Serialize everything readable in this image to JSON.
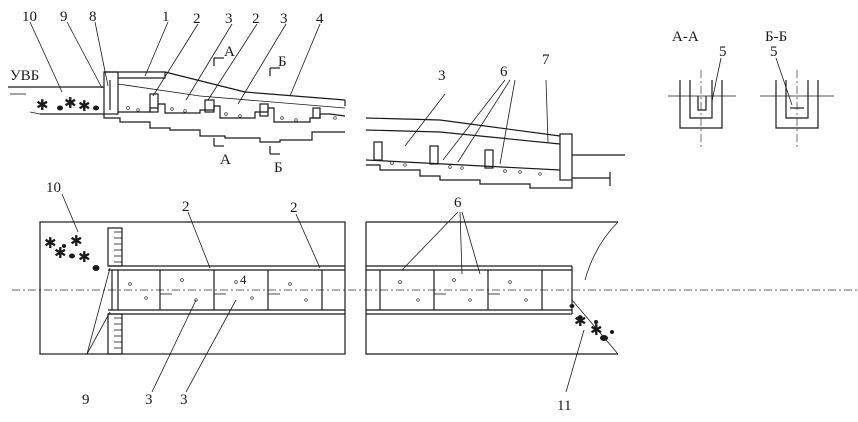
{
  "labels": {
    "n1": "1",
    "n2a": "2",
    "n3a": "3",
    "n2b": "2",
    "n3b": "3",
    "n4": "4",
    "n8": "8",
    "n9": "9",
    "n10": "10",
    "uvb": "УВБ",
    "secA_top": "А",
    "secA_bot": "А",
    "secB_top": "Б",
    "secB_bot": "Б",
    "n3c": "3",
    "n6a": "6",
    "n7": "7",
    "secAA_title": "А-А",
    "n5a": "5",
    "secBB_title": "Б-Б",
    "n5b": "5",
    "n10b": "10",
    "n2c": "2",
    "n2d": "2",
    "n4plan": "4",
    "n9b": "9",
    "n3d": "3",
    "n3e": "3",
    "n6b": "6",
    "n11": "11"
  }
}
